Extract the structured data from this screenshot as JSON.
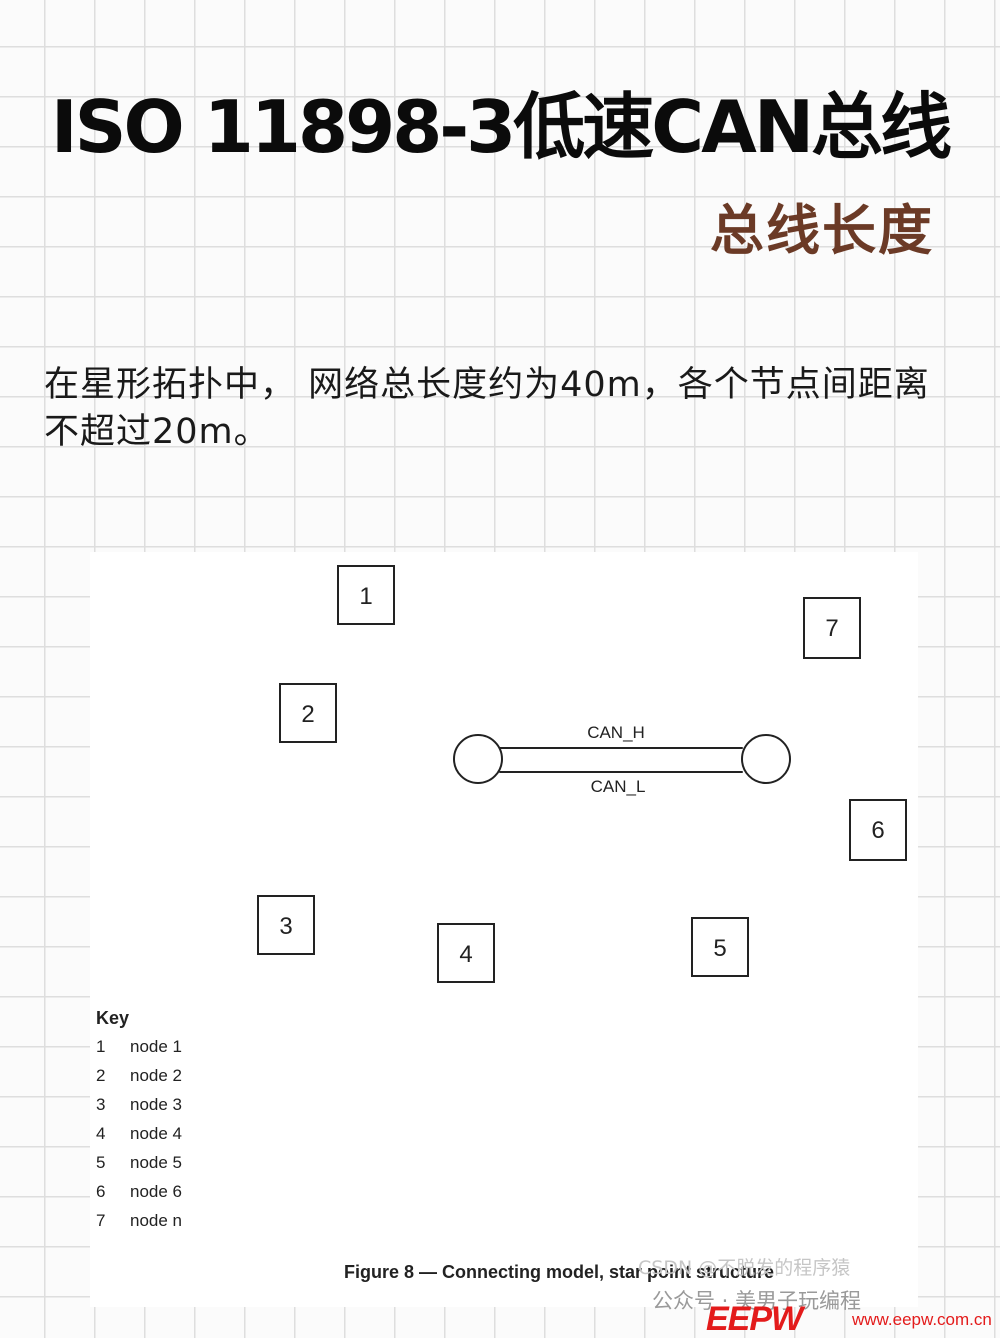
{
  "header": {
    "title": "ISO 11898-3低速CAN总线",
    "subtitle": "总线长度"
  },
  "description": "在星形拓扑中， 网络总长度约为40m，各个节点间距离不超过20m。",
  "diagram": {
    "bus_labels": {
      "high": "CAN_H",
      "low": "CAN_L"
    },
    "nodes": [
      "1",
      "2",
      "3",
      "4",
      "5",
      "6",
      "7"
    ]
  },
  "key": {
    "title": "Key",
    "items": [
      {
        "num": "1",
        "label": "node 1"
      },
      {
        "num": "2",
        "label": "node 2"
      },
      {
        "num": "3",
        "label": "node 3"
      },
      {
        "num": "4",
        "label": "node 4"
      },
      {
        "num": "5",
        "label": "node 5"
      },
      {
        "num": "6",
        "label": "node 6"
      },
      {
        "num": "7",
        "label": "node n"
      }
    ]
  },
  "caption": "Figure 8 — Connecting model, star point structure",
  "watermarks": {
    "csdn": "CSDN @不脱发的程序猿",
    "gzh": "公众号 · 美男子玩编程",
    "logo": "EEPW",
    "url": "www.eepw.com.cn"
  },
  "colors": {
    "title": "#0b0b0b",
    "subtitle": "#6b3a26",
    "logo": "#e31b1b"
  }
}
